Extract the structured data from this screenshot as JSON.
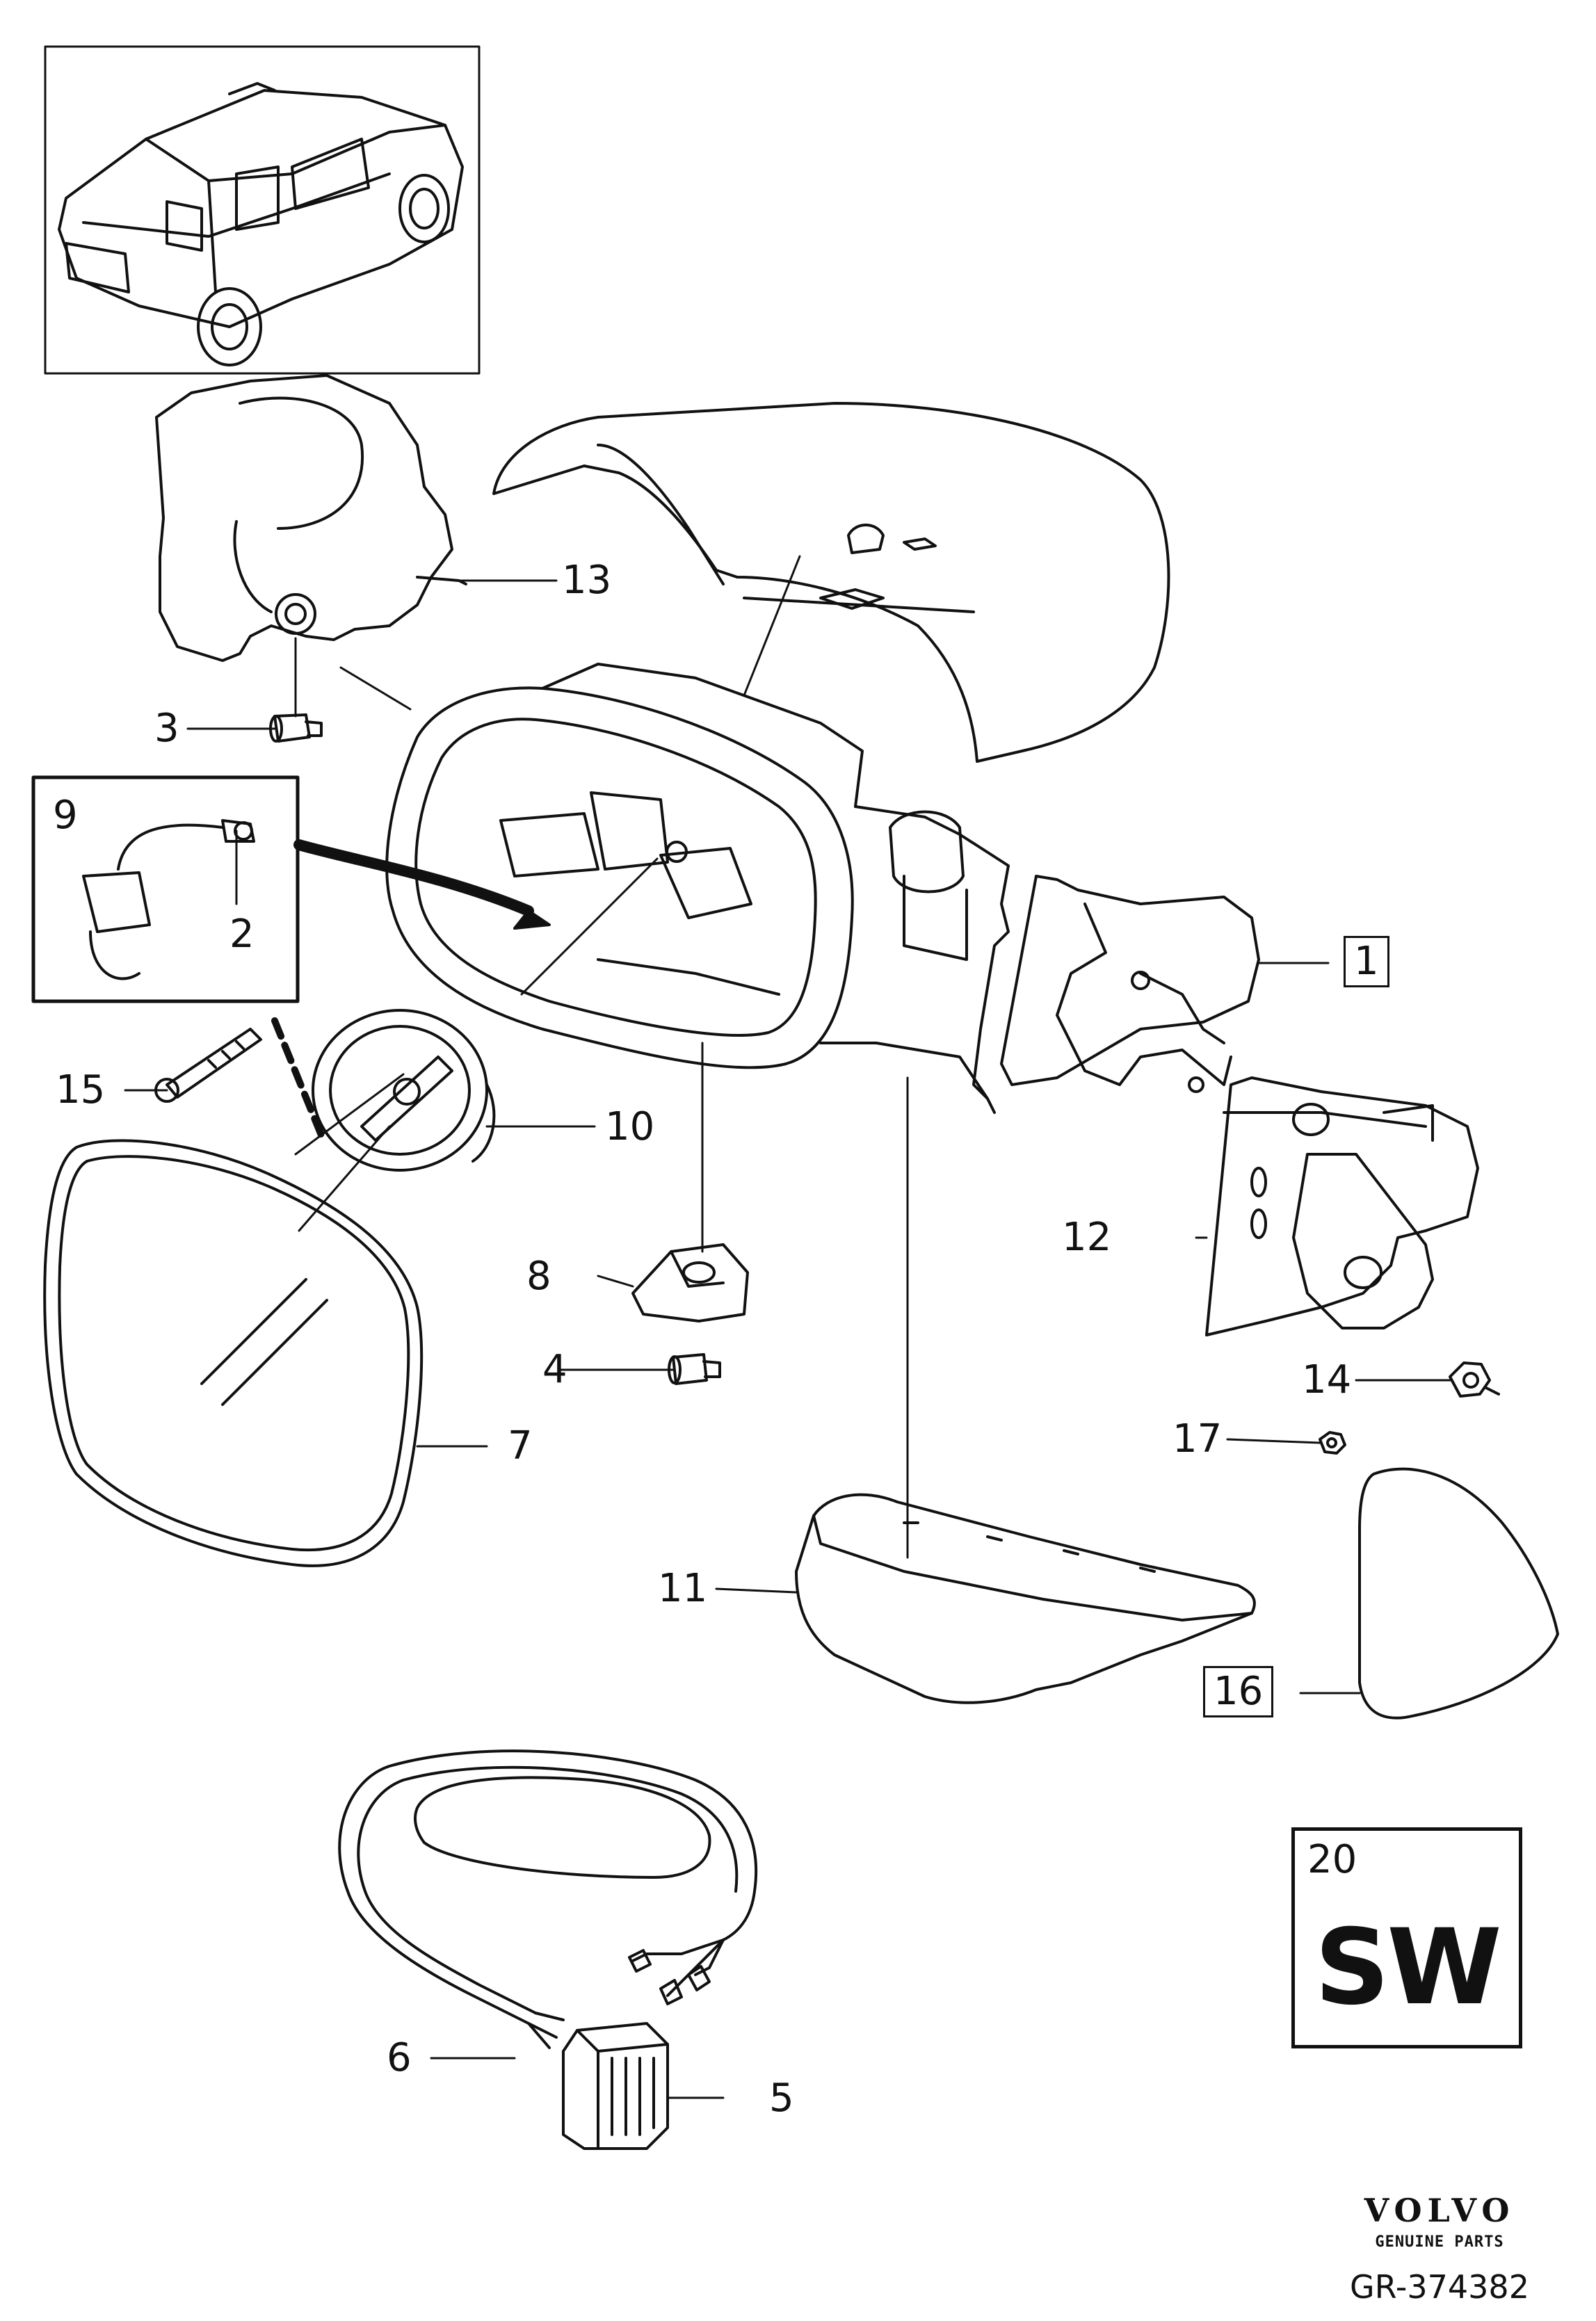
{
  "callouts": {
    "c1": "1",
    "c2": "2",
    "c3": "3",
    "c4": "4",
    "c5": "5",
    "c6": "6",
    "c7": "7",
    "c8": "8",
    "c9": "9",
    "c10": "10",
    "c11": "11",
    "c12": "12",
    "c13": "13",
    "c14": "14",
    "c15": "15",
    "c16": "16",
    "c17": "17",
    "c20": "20"
  },
  "sw_badge": "SW",
  "brand": {
    "name": "VOLVO",
    "subtitle": "GENUINE PARTS"
  },
  "reference_code": "GR-374382"
}
